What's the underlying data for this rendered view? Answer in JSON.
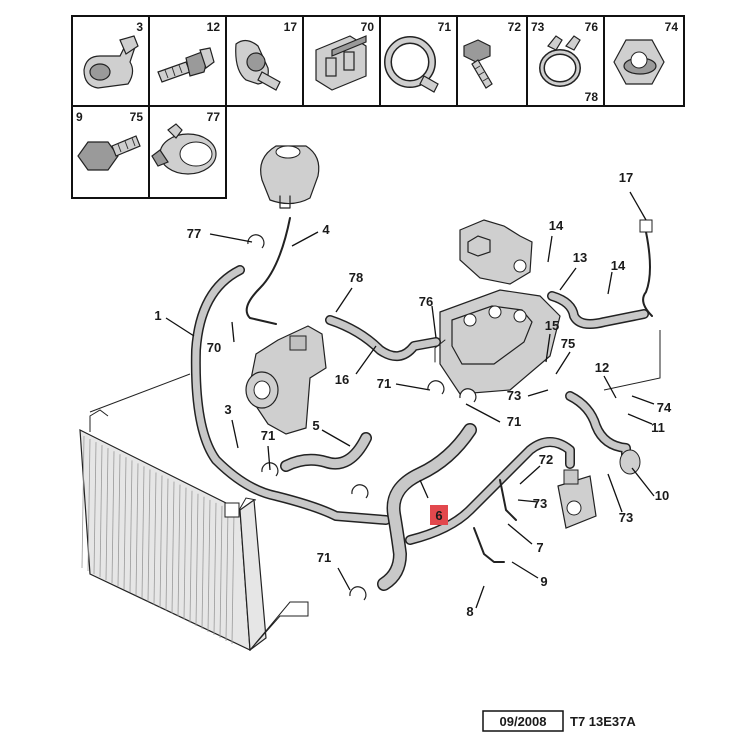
{
  "catalog": {
    "row1": [
      {
        "numbers": [
          "3"
        ]
      },
      {
        "numbers": [
          "12"
        ]
      },
      {
        "numbers": [
          "17"
        ]
      },
      {
        "numbers": [
          "70"
        ]
      },
      {
        "numbers": [
          "71"
        ]
      },
      {
        "numbers": [
          "72"
        ]
      },
      {
        "numbers": [
          "73",
          "76",
          "78"
        ]
      },
      {
        "numbers": [
          "74"
        ]
      }
    ],
    "row2": [
      {
        "numbers": [
          "9",
          "75"
        ]
      },
      {
        "numbers": [
          "77"
        ]
      }
    ]
  },
  "callouts": {
    "c1": "1",
    "c3": "3",
    "c4": "4",
    "c5": "5",
    "c6": "6",
    "c7": "7",
    "c8": "8",
    "c9": "9",
    "c10": "10",
    "c11": "11",
    "c12": "12",
    "c13": "13",
    "c14a": "14",
    "c14b": "14",
    "c15": "15",
    "c16": "16",
    "c17": "17",
    "c70": "70",
    "c71a": "71",
    "c71b": "71",
    "c71c": "71",
    "c71d": "71",
    "c72": "72",
    "c73a": "73",
    "c73b": "73",
    "c73c": "73",
    "c74": "74",
    "c75": "75",
    "c76": "76",
    "c77": "77",
    "c78": "78"
  },
  "highlight_color": "#e2484d",
  "footer": {
    "date": "09/2008",
    "reference": "T7 13E37A"
  }
}
